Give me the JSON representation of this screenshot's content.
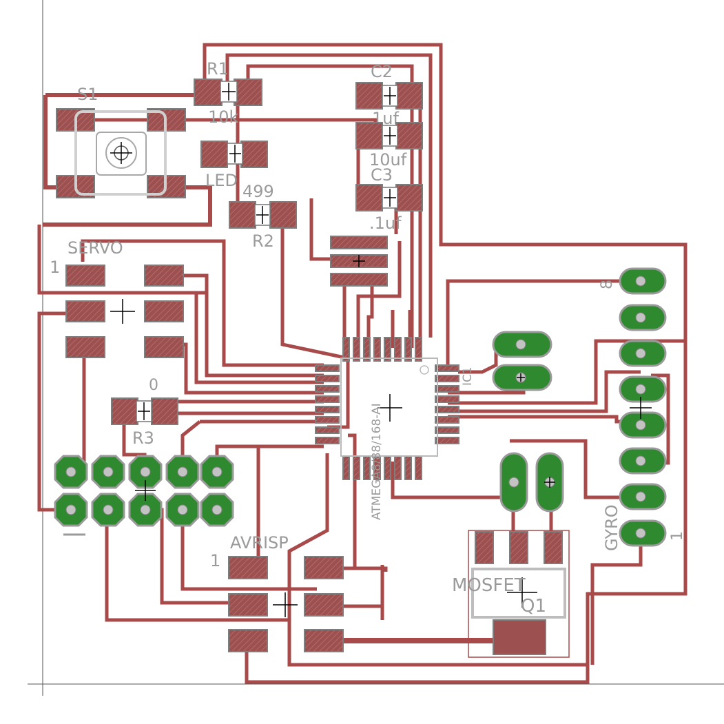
{
  "board": {
    "components": {
      "s1": "S1",
      "r1": "R1",
      "r1_value": "10k",
      "c2": "C2",
      "c2_value": "1uf",
      "c_mid_value": "10uf",
      "c3": "C3",
      "c3_value": ".1uf",
      "led": "LED",
      "r2_value": "499",
      "r2": "R2",
      "servo": "SERVO",
      "servo_pin1": "1",
      "r3_value": "0",
      "r3": "R3",
      "ic_name": "ATMEGA8/88/168-AI",
      "ic_ref": "IC1",
      "avrisp": "AVRISP",
      "avrisp_pin1": "1",
      "mosfet": "MOSFET",
      "q1": "Q1",
      "gyro": "GYRO",
      "gyro_pin1": "1",
      "header_pin8": "8"
    }
  },
  "colors": {
    "trace": "#a84a4a",
    "pad_smd": "#9c5050",
    "pad_through_hole": "#2f8a2f",
    "silkscreen": "#9a9a9a"
  }
}
